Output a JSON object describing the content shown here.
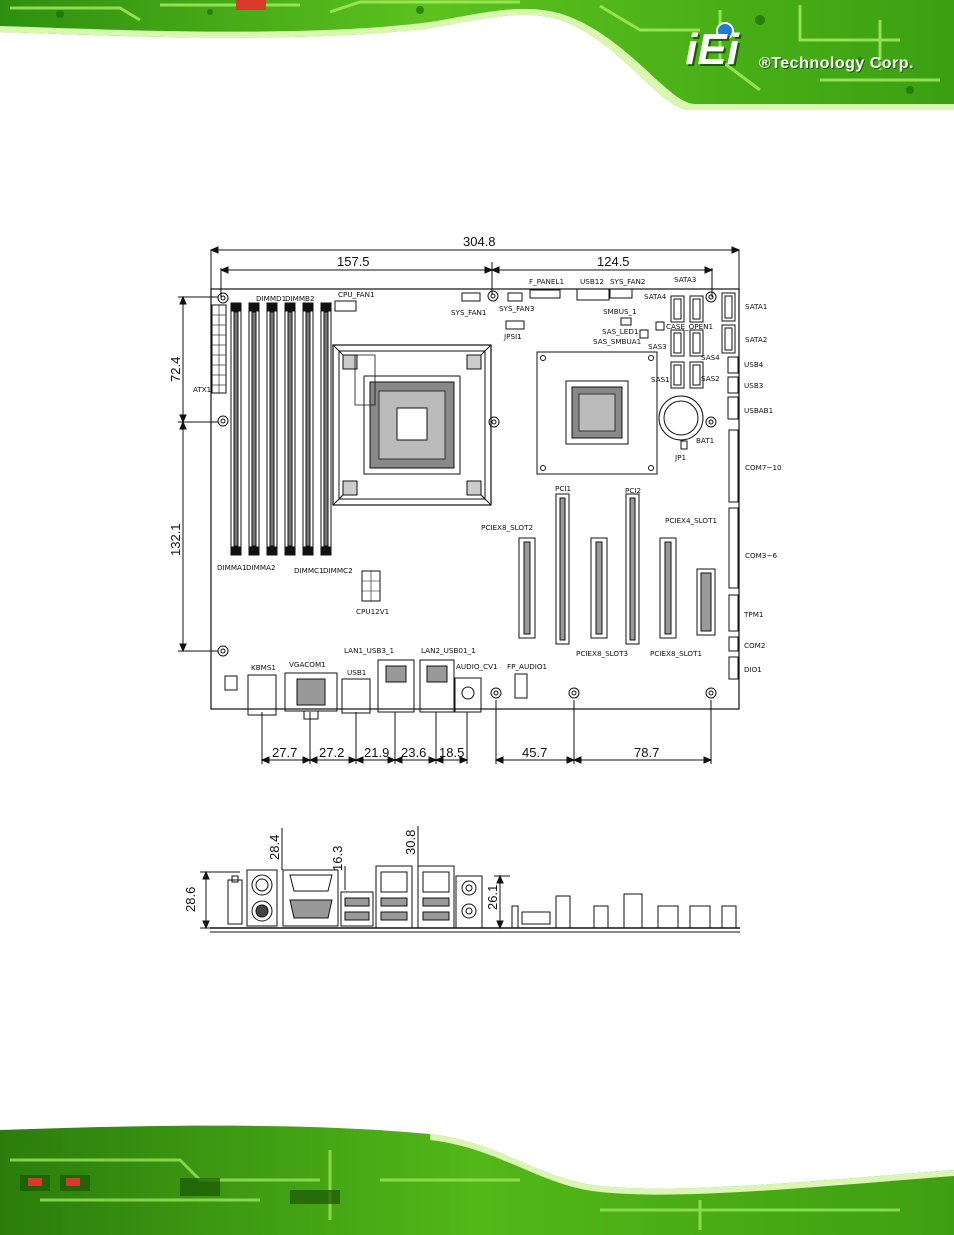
{
  "header": {
    "brand": "®Technology Corp.",
    "logo": "iEi"
  },
  "layout_drawing": {
    "dimensions": {
      "overall_width": "304.8",
      "left_to_center": "157.5",
      "center_to_right": "124.5",
      "top_section": "72.4",
      "mid_section": "132.1",
      "io_spacing": [
        "27.7",
        "27.2",
        "21.9",
        "23.6",
        "18.5",
        "45.7",
        "78.7"
      ]
    },
    "labels": {
      "cpu_fan1": "CPU_FAN1",
      "dimmd1": "DIMMD1",
      "dimmb2": "DIMMB2",
      "atx1": "ATX1",
      "dimma1": "DIMMA1",
      "dimma2": "DIMMA2",
      "dimmc1": "DIMMC1",
      "dimmc2": "DIMMC2",
      "cpu12v1": "CPU12V1",
      "f_panel1": "F_PANEL1",
      "usb12": "USB12",
      "sys_fan2": "SYS_FAN2",
      "sata3": "SATA3",
      "sys_fan1": "SYS_FAN1",
      "sys_fan3": "SYS_FAN3",
      "jpsi1": "JPSI1",
      "smbus_1": "SMBUS_1",
      "sas_led1": "SAS_LED1",
      "sas_smbua1": "SAS_SMBUA1",
      "sata4": "SATA4",
      "case_open1": "CASE_OPEN1",
      "sas3": "SAS3",
      "sas4": "SAS4",
      "sas1": "SAS1",
      "sas2": "SAS2",
      "sata1": "SATA1",
      "sata2": "SATA2",
      "usb4": "USB4",
      "usb3": "USB3",
      "usbab1": "USBAB1",
      "bat1": "BAT1",
      "jp1": "JP1",
      "com7_10": "COM7~10",
      "pci1": "PCI1",
      "pci2": "PCI2",
      "pciex8_slot2": "PCIEX8_SLOT2",
      "pciex4_slot1": "PCIEX4_SLOT1",
      "com3_6": "COM3~6",
      "tpm1": "TPM1",
      "pciex8_slot3": "PCIEX8_SLOT3",
      "pciex8_slot1": "PCIEX8_SLOT1",
      "com2": "COM2",
      "dio1": "DIO1",
      "kbms1": "KBMS1",
      "vgacom1": "VGACOM1",
      "usb1": "USB1",
      "lan1_usb3_1": "LAN1_USB3_1",
      "lan2_usb01_1": "LAN2_USB01_1",
      "audio_cv1": "AUDIO_CV1",
      "fp_audio1": "FP_AUDIO1"
    }
  },
  "io_drawing": {
    "dimensions": {
      "h1": "28.4",
      "h2": "16.3",
      "h3": "30.8",
      "h4": "28.6",
      "h5": "26.1"
    }
  }
}
